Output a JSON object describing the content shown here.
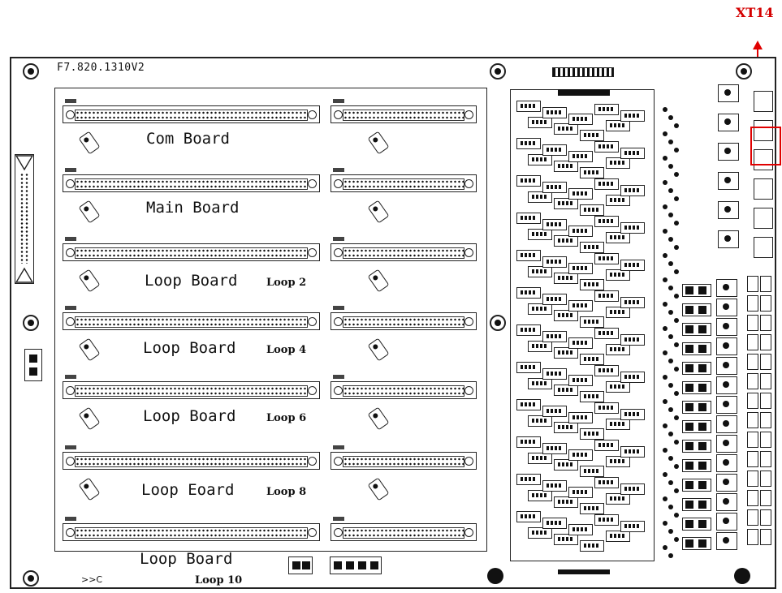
{
  "callout": {
    "label": "XT14",
    "color": "#d40000"
  },
  "board": {
    "part_number": "F7.820.1310V2",
    "rows": [
      {
        "name": "Com Board",
        "loop": ""
      },
      {
        "name": "Main Board",
        "loop": ""
      },
      {
        "name": "Loop Board",
        "loop": "Loop 2"
      },
      {
        "name": "Loop Board",
        "loop": "Loop 4"
      },
      {
        "name": "Loop Board",
        "loop": "Loop 6"
      },
      {
        "name": "Loop Eoard",
        "loop": "Loop 8"
      },
      {
        "name": "Loop Board",
        "loop": "Loop 10"
      }
    ],
    "footer_mark": ">>C"
  }
}
